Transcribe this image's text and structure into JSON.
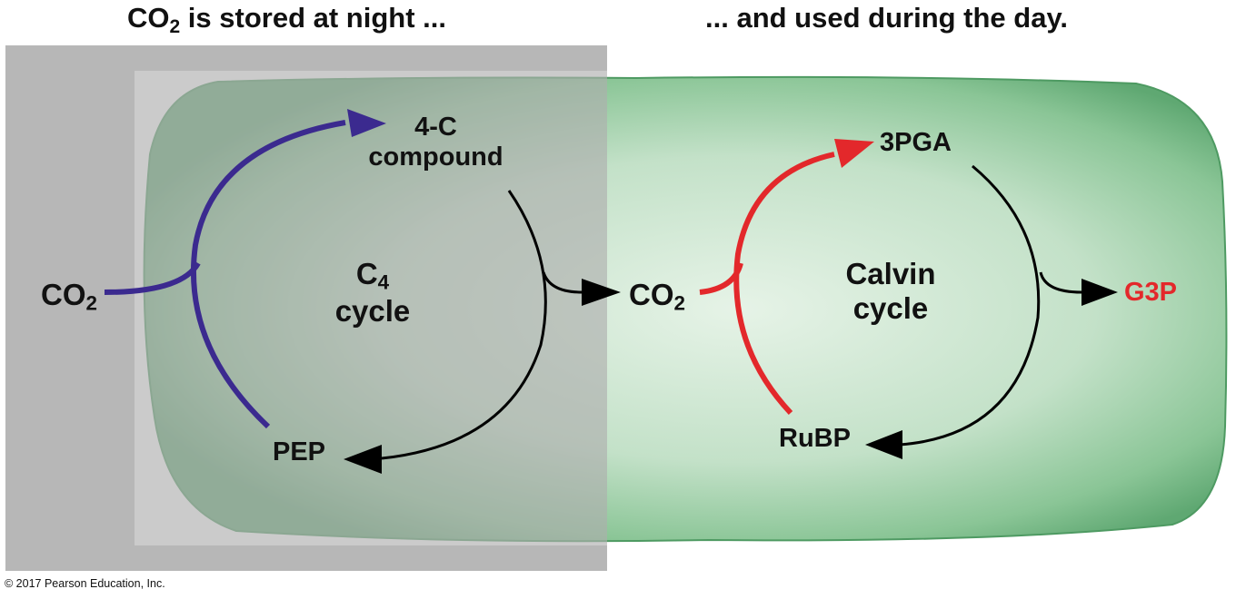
{
  "headings": {
    "night": {
      "co": "CO",
      "sub": "2",
      "middle": " is stored at ",
      "emph": "night",
      "end": " ..."
    },
    "day": {
      "start": "... and used during the ",
      "emph": "day."
    }
  },
  "c4": {
    "co2_in": {
      "co": "CO",
      "sub": "2"
    },
    "product": [
      "4-C",
      "compound"
    ],
    "cycle": {
      "c": "C",
      "sub": "4",
      "word": "cycle"
    },
    "acceptor": "PEP"
  },
  "calvin": {
    "co2": {
      "co": "CO",
      "sub": "2"
    },
    "product": "3PGA",
    "cycle": [
      "Calvin",
      "cycle"
    ],
    "acceptor": "RuBP",
    "output": "G3P"
  },
  "copyright": "© 2017 Pearson Education, Inc.",
  "colors": {
    "c4_arrow": "#3b2a8f",
    "calvin_arrow": "#e3282b",
    "cycle_arrow": "#000000",
    "cell": "#74b785",
    "night_shade": "#8a8a8a"
  }
}
